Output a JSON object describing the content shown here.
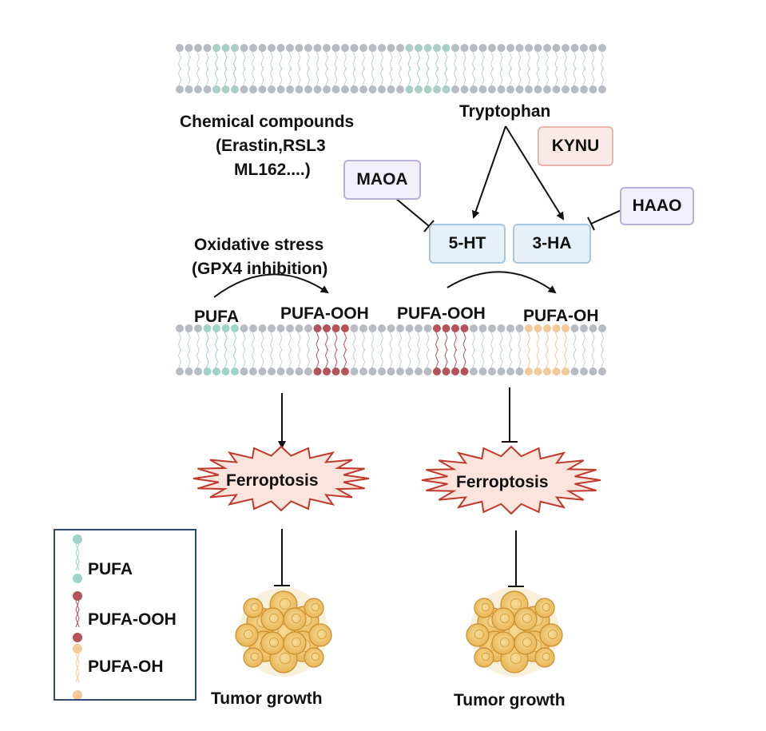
{
  "labels": {
    "chemical_line1": "Chemical compounds",
    "chemical_line2": "(Erastin,RSL3",
    "chemical_line3": "ML162....)",
    "tryptophan": "Tryptophan",
    "oxidative_line1": "Oxidative stress",
    "oxidative_line2": "(GPX4 inhibition)",
    "pufa": "PUFA",
    "pufa_ooh_left": "PUFA-OOH",
    "pufa_ooh_right": "PUFA-OOH",
    "pufa_oh": "PUFA-OH",
    "ferroptosis_left": "Ferroptosis",
    "ferroptosis_right": "Ferroptosis",
    "tumor_left": "Tumor growth",
    "tumor_right": "Tumor growth"
  },
  "boxes": {
    "kynu": "KYNU",
    "maoa": "MAOA",
    "haao": "HAAO",
    "ht5": "5-HT",
    "ha3": "3-HA"
  },
  "legend": {
    "items": [
      "PUFA",
      "PUFA-OOH",
      "PUFA-OH"
    ]
  },
  "colors": {
    "membrane_gray": "#b7bcc3",
    "pufa_teal": "#9fd3c7",
    "pufa_ooh_red": "#b5525a",
    "pufa_oh_peach": "#f3c99a",
    "kynu_fill": "#fbe9e7",
    "kynu_border": "#e8b4ad",
    "enzyme_fill": "#f1effa",
    "enzyme_border": "#b9b0d8",
    "metabolite_fill": "#e6f0f8",
    "metabolite_border": "#a9c6dd",
    "ferroptosis_fill": "#fbe4dc",
    "ferroptosis_border": "#c0392b",
    "legend_border": "#2f4b6e"
  }
}
